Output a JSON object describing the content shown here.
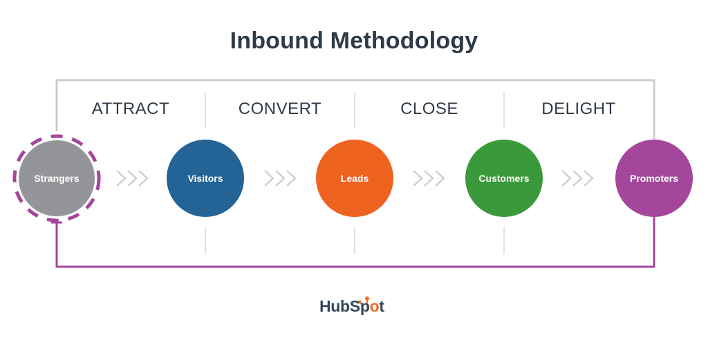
{
  "title": "Inbound Methodology",
  "stages": [
    "ATTRACT",
    "CONVERT",
    "CLOSE",
    "DELIGHT"
  ],
  "nodes": [
    {
      "label": "Strangers",
      "color": "#949599"
    },
    {
      "label": "Visitors",
      "color": "#236396"
    },
    {
      "label": "Leads",
      "color": "#ef6321"
    },
    {
      "label": "Customers",
      "color": "#3a9a3b"
    },
    {
      "label": "Promoters",
      "color": "#a4469b"
    }
  ],
  "colors": {
    "title": "#2e3a47",
    "top_loop": "#cccccc",
    "bottom_loop": "#a4469b",
    "divider": "#d9d9d9",
    "chevron": "#cfcfcf",
    "dashed_ring": "#a4469b",
    "logo_text": "#33475b",
    "logo_accent": "#f26b2a"
  },
  "logo": {
    "part1": "HubSp",
    "part2": "o",
    "part3": "t"
  }
}
